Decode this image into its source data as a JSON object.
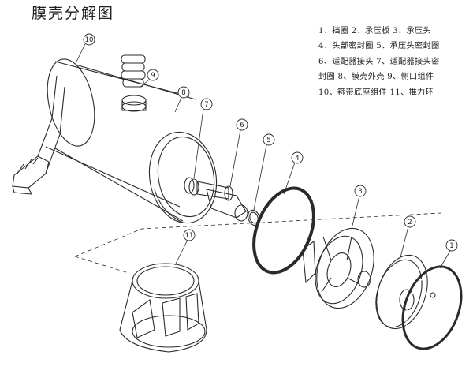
{
  "title": "膜壳分解图",
  "legend_lines": [
    "1、挡圈  2、承压板  3、承压头",
    "4、头部密封圈  5、承压头密封圈",
    "6、适配器接头  7、适配器接头密",
    "封圈  8、膜壳外壳  9、侧口组件",
    "10、箍带底座组件  11、推力环"
  ],
  "part_numbers": [
    "1",
    "2",
    "3",
    "4",
    "5",
    "6",
    "7",
    "8",
    "9",
    "10",
    "11"
  ]
}
